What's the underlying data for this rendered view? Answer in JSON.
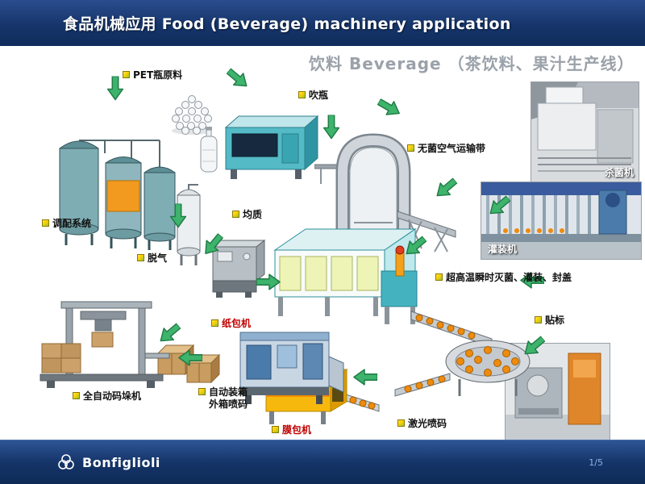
{
  "header": {
    "title": "食品机械应用  Food (Beverage) machinery application"
  },
  "watermark": "饮料 Beverage （茶饮料、果汁生产线）",
  "labels": {
    "pet_material": "PET瓶原料",
    "blow_bottle": "吹瓶",
    "sterile_air_conveyor": "无菌空气运输带",
    "blending_system": "调配系统",
    "homogenizer": "均质",
    "degassing": "脱气",
    "uht_fill_cap": "超高温瞬时灭菌、灌装、封盖",
    "labeling": "贴标",
    "paper_packer": "纸包机",
    "auto_boxing_line1": "自动装箱",
    "auto_boxing_line2": "外箱喷码",
    "palletizer": "全自动码垛机",
    "film_wrapper": "膜包机",
    "laser_coding": "激光喷码",
    "sterilizer_photo": "杀菌机",
    "filler_photo": "灌装机"
  },
  "footer": {
    "brand": "Bonfiglioli",
    "page": "1/5"
  },
  "colors": {
    "header_blue": "#16356b",
    "arrow_green": "#3db36c",
    "marker_yellow": "#fccf00",
    "marker_green": "#8cc63f",
    "label_red": "#c00000",
    "bottle_orange": "#ef8b0c"
  }
}
